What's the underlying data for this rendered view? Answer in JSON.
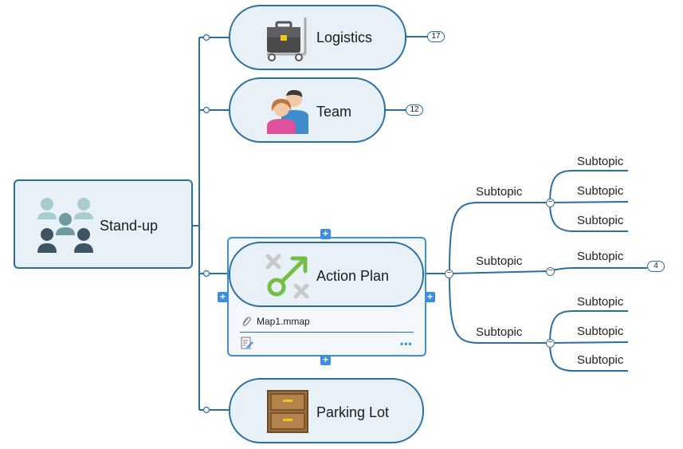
{
  "root": {
    "label": "Stand-up",
    "icon": "people-group-icon"
  },
  "topics": [
    {
      "id": "logistics",
      "label": "Logistics",
      "icon": "briefcase-cart-icon",
      "badge": "17"
    },
    {
      "id": "team",
      "label": "Team",
      "icon": "team-couple-icon",
      "badge": "12"
    },
    {
      "id": "action-plan",
      "label": "Action Plan",
      "icon": "strategy-xo-icon",
      "attachment": "Map1.mmap",
      "selected": true
    },
    {
      "id": "parking-lot",
      "label": "Parking Lot",
      "icon": "file-drawer-icon"
    }
  ],
  "action_plan_subtopics": [
    {
      "label": "Subtopic",
      "children": [
        "Subtopic",
        "Subtopic",
        "Subtopic"
      ]
    },
    {
      "label": "Subtopic",
      "children": [
        "Subtopic"
      ],
      "child_badge": "4"
    },
    {
      "label": "Subtopic",
      "children": [
        "Subtopic",
        "Subtopic",
        "Subtopic"
      ]
    }
  ],
  "colors": {
    "node_border": "#2a6ea6",
    "node_fill": "#e9f1f8",
    "selection": "#3b8fe0"
  }
}
